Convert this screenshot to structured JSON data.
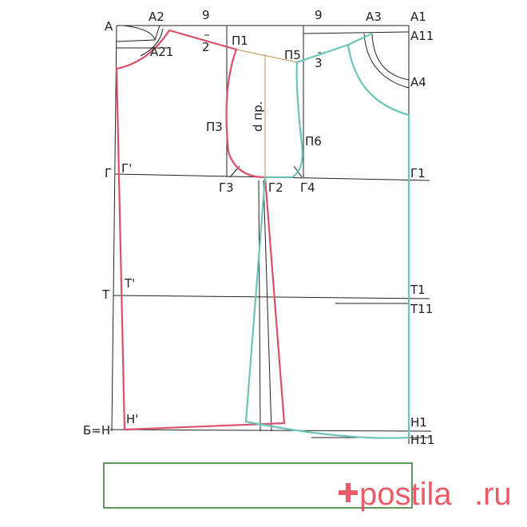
{
  "labels": {
    "A": "А",
    "A2": "А2",
    "A21": "А21",
    "nine_left": "9",
    "two": "2",
    "P1": "П1",
    "P5": "П5",
    "nine_right": "9",
    "three": "3",
    "A3": "А3",
    "A1": "А1",
    "A11": "А11",
    "A4": "А4",
    "dpr": "d пр.",
    "P3": "П3",
    "P6": "П6",
    "G": "Г",
    "Gprime": "Г'",
    "G3": "Г3",
    "G2": "Г2",
    "G4": "Г4",
    "G1": "Г1",
    "T": "Т",
    "Tprime": "Т'",
    "T1": "Т1",
    "T11": "Т11",
    "BH": "Б=Н",
    "Hprime": "Н'",
    "H1": "Н1",
    "H11": "Н11"
  },
  "watermark": {
    "prefix": "postila",
    "suffix": ".ru",
    "icon": "plus-icon"
  },
  "colors": {
    "back_line": "#d9506a",
    "front_line": "#6cc3b8",
    "dart_line": "#c9a86a",
    "frame_line": "#222222",
    "box_border": "#3b7d3b",
    "watermark": "#e8404f"
  }
}
